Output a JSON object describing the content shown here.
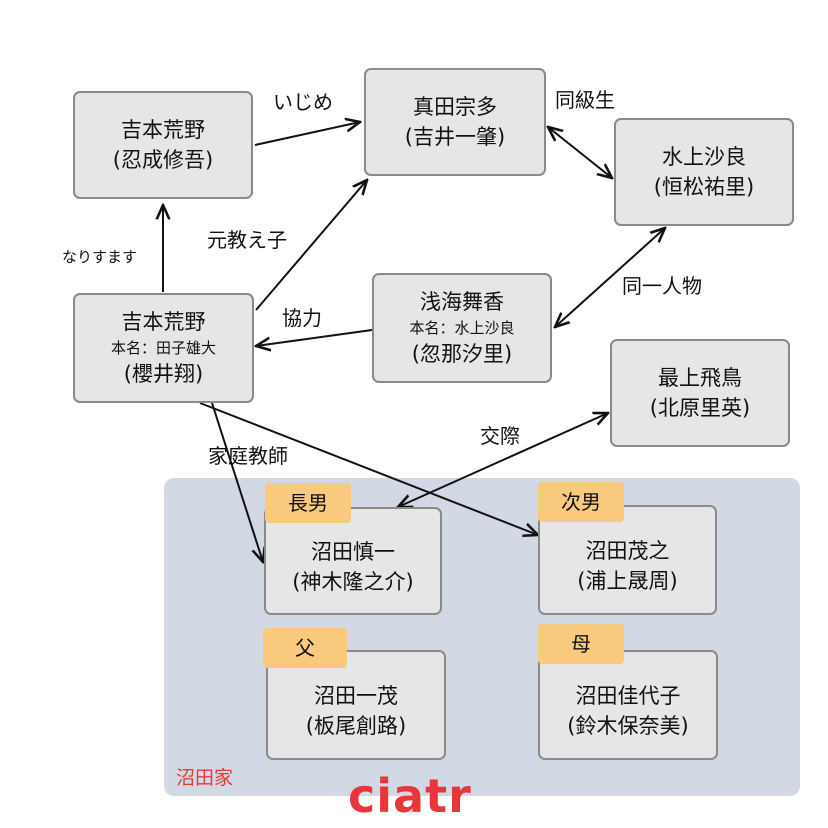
{
  "colors": {
    "node_fill": "#e6e6e6",
    "node_border": "#8a8a8a",
    "family_bg": "#d2d9e4",
    "tag_fill": "#f9c97d",
    "family_label": "#e53935",
    "logo": "#e8363b"
  },
  "nodes": {
    "yoshimoto_top": {
      "name": "吉本荒野",
      "actor": "(忍成修吾)"
    },
    "sanada": {
      "name": "真田宗多",
      "actor": "(吉井一肇)"
    },
    "mizukami": {
      "name": "水上沙良",
      "actor": "(恒松祐里)"
    },
    "yoshimoto_main": {
      "name": "吉本荒野",
      "real_name": "本名：田子雄大",
      "actor": "(櫻井翔)"
    },
    "asami": {
      "name": "浅海舞香",
      "real_name": "本名：水上沙良",
      "actor": "(忽那汐里)"
    },
    "mogami": {
      "name": "最上飛鳥",
      "actor": "(北原里英)"
    },
    "shinichi": {
      "tag": "長男",
      "name": "沼田慎一",
      "actor": "(神木隆之介)"
    },
    "shigeyuki": {
      "tag": "次男",
      "name": "沼田茂之",
      "actor": "(浦上晟周)"
    },
    "kazushige": {
      "tag": "父",
      "name": "沼田一茂",
      "actor": "(板尾創路)"
    },
    "kayoko": {
      "tag": "母",
      "name": "沼田佳代子",
      "actor": "(鈴木保奈美)"
    }
  },
  "edges": {
    "ijime": "いじめ",
    "doukyuusei": "同級生",
    "motooshiego": "元教え子",
    "narisumasu": "なりすます",
    "douitsu": "同一人物",
    "kyouryoku": "協力",
    "kousai": "交際",
    "kateikyoushi": "家庭教師"
  },
  "family_label": "沼田家",
  "logo": "ciatr"
}
